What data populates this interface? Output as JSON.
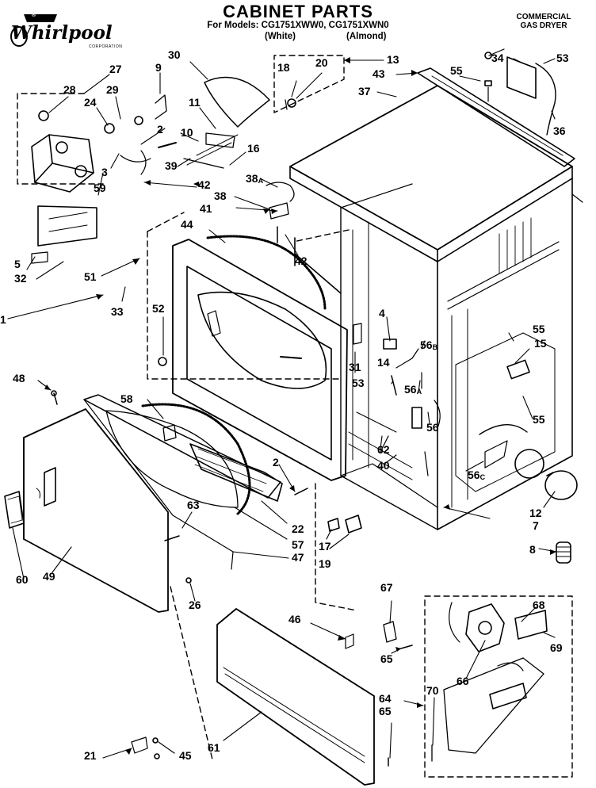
{
  "header": {
    "title": "CABINET PARTS",
    "models_line": "For Models: CG1751XWW0, CG1751XWN0",
    "variant_white": "(White)",
    "variant_almond": "(Almond)",
    "commercial_line1": "COMMERCIAL",
    "commercial_line2": "GAS DRYER"
  },
  "logo": {
    "brand": "Whirlpool",
    "badge": "®",
    "corporation": "CORPORATION"
  },
  "part_labels": [
    {
      "id": "p30",
      "text": "30"
    },
    {
      "id": "p9",
      "text": "9"
    },
    {
      "id": "p27",
      "text": "27"
    },
    {
      "id": "p28",
      "text": "28"
    },
    {
      "id": "p29",
      "text": "29"
    },
    {
      "id": "p24",
      "text": "24"
    },
    {
      "id": "p11",
      "text": "11"
    },
    {
      "id": "p2a",
      "text": "2"
    },
    {
      "id": "p10",
      "text": "10"
    },
    {
      "id": "p16",
      "text": "16"
    },
    {
      "id": "p39",
      "text": "39"
    },
    {
      "id": "p59",
      "text": "59"
    },
    {
      "id": "p3",
      "text": "3"
    },
    {
      "id": "p42a",
      "text": "42"
    },
    {
      "id": "p18",
      "text": "18"
    },
    {
      "id": "p20",
      "text": "20"
    },
    {
      "id": "p13",
      "text": "13"
    },
    {
      "id": "p43",
      "text": "43"
    },
    {
      "id": "p34",
      "text": "34"
    },
    {
      "id": "p53a",
      "text": "53"
    },
    {
      "id": "p55a",
      "text": "55"
    },
    {
      "id": "p37",
      "text": "37"
    },
    {
      "id": "p36",
      "text": "36"
    },
    {
      "id": "p38a",
      "text": "38",
      "sub": "A"
    },
    {
      "id": "p38",
      "text": "38"
    },
    {
      "id": "p41",
      "text": "41"
    },
    {
      "id": "p44",
      "text": "44"
    },
    {
      "id": "p42b",
      "text": "42"
    },
    {
      "id": "p5",
      "text": "5"
    },
    {
      "id": "p32",
      "text": "32"
    },
    {
      "id": "p51",
      "text": "51"
    },
    {
      "id": "p1",
      "text": "1"
    },
    {
      "id": "p33",
      "text": "33"
    },
    {
      "id": "p52",
      "text": "52"
    },
    {
      "id": "p4",
      "text": "4"
    },
    {
      "id": "p55b",
      "text": "55"
    },
    {
      "id": "p15",
      "text": "15"
    },
    {
      "id": "p56b",
      "text": "56",
      "sub": "B"
    },
    {
      "id": "p14",
      "text": "14"
    },
    {
      "id": "p31",
      "text": "31"
    },
    {
      "id": "p53b",
      "text": "53"
    },
    {
      "id": "p56a",
      "text": "56",
      "sub": "A"
    },
    {
      "id": "p55c",
      "text": "55"
    },
    {
      "id": "p48",
      "text": "48"
    },
    {
      "id": "p58",
      "text": "58"
    },
    {
      "id": "p56",
      "text": "56"
    },
    {
      "id": "p62",
      "text": "62"
    },
    {
      "id": "p40",
      "text": "40"
    },
    {
      "id": "p56c",
      "text": "56",
      "sub": "C"
    },
    {
      "id": "p2b",
      "text": "2"
    },
    {
      "id": "p12",
      "text": "12"
    },
    {
      "id": "p63",
      "text": "63"
    },
    {
      "id": "p22",
      "text": "22"
    },
    {
      "id": "p7",
      "text": "7"
    },
    {
      "id": "p17",
      "text": "17"
    },
    {
      "id": "p57",
      "text": "57"
    },
    {
      "id": "p8",
      "text": "8"
    },
    {
      "id": "p19",
      "text": "19"
    },
    {
      "id": "p47",
      "text": "47"
    },
    {
      "id": "p60",
      "text": "60"
    },
    {
      "id": "p49",
      "text": "49"
    },
    {
      "id": "p26",
      "text": "26"
    },
    {
      "id": "p67",
      "text": "67"
    },
    {
      "id": "p46",
      "text": "46"
    },
    {
      "id": "p68",
      "text": "68"
    },
    {
      "id": "p69",
      "text": "69"
    },
    {
      "id": "p65a",
      "text": "65"
    },
    {
      "id": "p66",
      "text": "66"
    },
    {
      "id": "p70",
      "text": "70"
    },
    {
      "id": "p64",
      "text": "64"
    },
    {
      "id": "p65b",
      "text": "65"
    },
    {
      "id": "p61",
      "text": "61"
    },
    {
      "id": "p21",
      "text": "21"
    },
    {
      "id": "p45",
      "text": "45"
    }
  ]
}
